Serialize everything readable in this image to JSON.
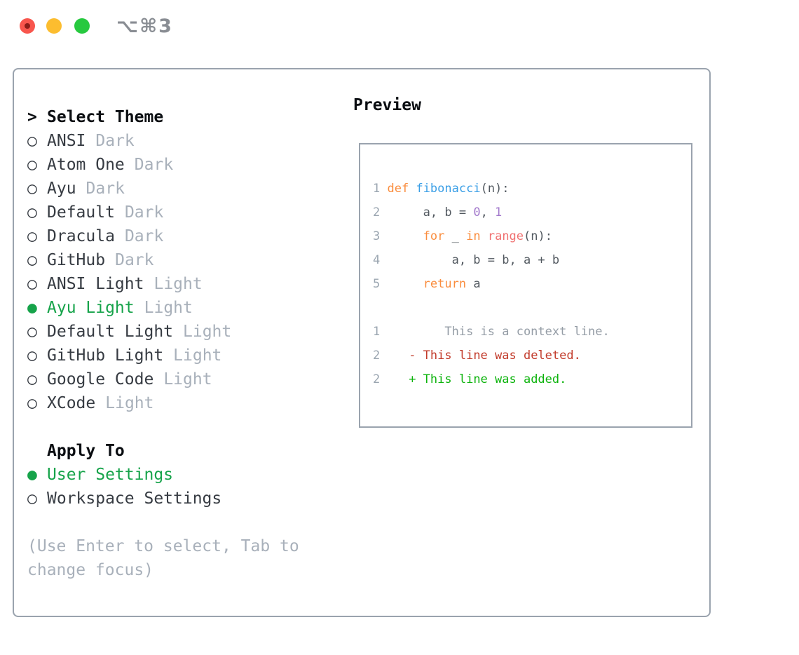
{
  "window": {
    "shortcut": "⌥⌘3",
    "traffic_lights": [
      "close",
      "minimize",
      "zoom"
    ]
  },
  "markers": {
    "cursor": ">",
    "unselected": "○",
    "selected": "●"
  },
  "theme_picker": {
    "header": "Select Theme",
    "items": [
      {
        "name": "ANSI",
        "tag": "Dark",
        "selected": false
      },
      {
        "name": "Atom One",
        "tag": "Dark",
        "selected": false
      },
      {
        "name": "Ayu",
        "tag": "Dark",
        "selected": false
      },
      {
        "name": "Default",
        "tag": "Dark",
        "selected": false
      },
      {
        "name": "Dracula",
        "tag": "Dark",
        "selected": false
      },
      {
        "name": "GitHub",
        "tag": "Dark",
        "selected": false
      },
      {
        "name": "ANSI Light",
        "tag": "Light",
        "selected": false
      },
      {
        "name": "Ayu Light",
        "tag": "Light",
        "selected": true
      },
      {
        "name": "Default Light",
        "tag": "Light",
        "selected": false
      },
      {
        "name": "GitHub Light",
        "tag": "Light",
        "selected": false
      },
      {
        "name": "Google Code",
        "tag": "Light",
        "selected": false
      },
      {
        "name": "XCode",
        "tag": "Light",
        "selected": false
      }
    ]
  },
  "apply_to": {
    "header": "Apply To",
    "options": [
      {
        "name": "User Settings",
        "selected": true
      },
      {
        "name": "Workspace Settings",
        "selected": false
      }
    ]
  },
  "hint": {
    "line1": "(Use Enter to select, Tab to",
    "line2": "change focus)"
  },
  "preview": {
    "header": "Preview",
    "lines": [
      {
        "segs": [
          [
            "1 ",
            "num"
          ],
          [
            "def",
            "kw"
          ],
          [
            " ",
            "fg"
          ],
          [
            "fibonacci",
            "fn"
          ],
          [
            "(n):",
            "fg"
          ]
        ]
      },
      {
        "segs": [
          [
            "2",
            "num"
          ],
          [
            "      a, b = ",
            "fg"
          ],
          [
            "0",
            "lit"
          ],
          [
            ", ",
            "fg"
          ],
          [
            "1",
            "lit"
          ]
        ]
      },
      {
        "segs": [
          [
            "3",
            "num"
          ],
          [
            "      ",
            "fg"
          ],
          [
            "for",
            "kw"
          ],
          [
            " _ ",
            "fg"
          ],
          [
            "in",
            "kw"
          ],
          [
            " ",
            "fg"
          ],
          [
            "range",
            "builtin"
          ],
          [
            "(n):",
            "fg"
          ]
        ]
      },
      {
        "segs": [
          [
            "4",
            "num"
          ],
          [
            "          a, b = b, a + b",
            "fg"
          ]
        ]
      },
      {
        "segs": [
          [
            "5",
            "num"
          ],
          [
            "      ",
            "fg"
          ],
          [
            "return",
            "kw"
          ],
          [
            " a",
            "fg"
          ]
        ]
      },
      {
        "segs": []
      },
      {
        "segs": [
          [
            "1",
            "num"
          ],
          [
            "         This is a context line.",
            "ctx"
          ]
        ]
      },
      {
        "segs": [
          [
            "2",
            "num"
          ],
          [
            "    ",
            "fg"
          ],
          [
            "- This line was deleted.",
            "del"
          ]
        ]
      },
      {
        "segs": [
          [
            "2",
            "num"
          ],
          [
            "    ",
            "fg"
          ],
          [
            "+ This line was added.",
            "add"
          ]
        ]
      }
    ]
  },
  "colors": {
    "ui": {
      "window_bg": "#ffffff",
      "border": "#9aa3ae",
      "header_text": "#0b0e12",
      "item_text": "#363b42",
      "tag_text": "#a8b0ba",
      "hint_text": "#a8b0ba",
      "accent_green": "#16a34a",
      "shortcut_text": "#898d93",
      "traffic_red": "#f8564d",
      "traffic_red_dot": "#8c1d18",
      "traffic_yellow": "#fcbd2f",
      "traffic_green": "#27c93f"
    },
    "code": {
      "num": "#9aa5b0",
      "fg": "#525960",
      "kw": "#fa8d3e",
      "fn": "#399ee6",
      "builtin": "#f07171",
      "lit": "#a37acc",
      "ctx": "#959da6",
      "del": "#c23b2b",
      "add": "#0cb30c"
    }
  }
}
